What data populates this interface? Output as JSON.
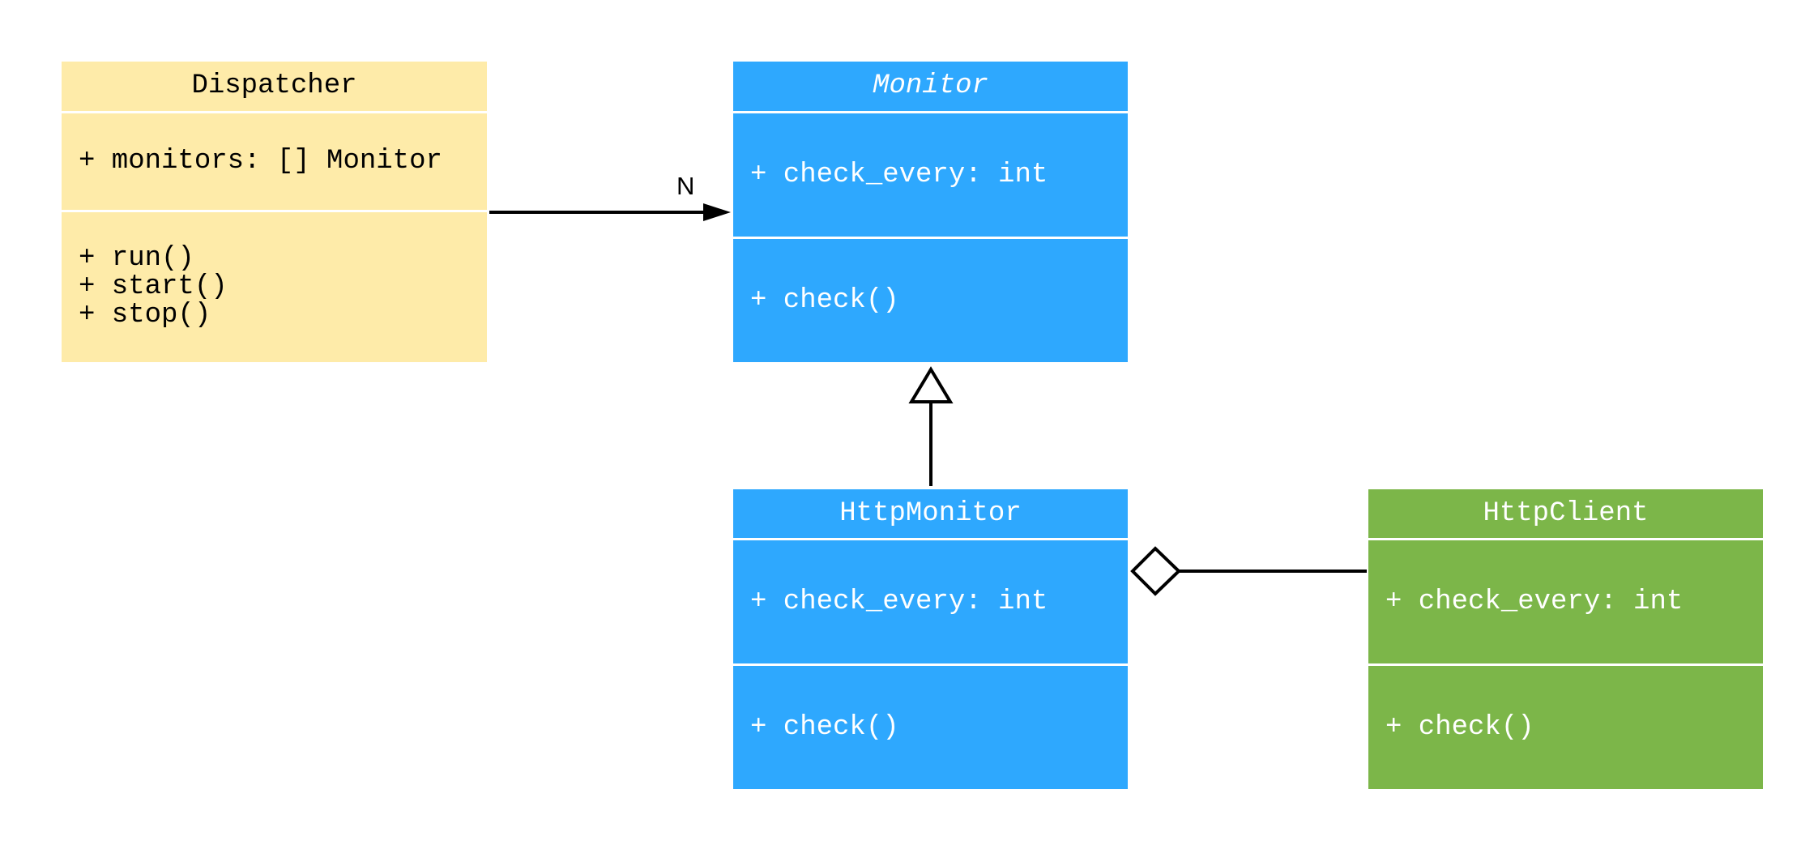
{
  "classes": {
    "dispatcher": {
      "name": "Dispatcher",
      "attributes": [
        "+ monitors: [] Monitor"
      ],
      "methods": [
        "+ run()",
        "+ start()",
        "+ stop()"
      ],
      "color": "#FEEBA9"
    },
    "monitor": {
      "name": "Monitor",
      "abstract": true,
      "attributes": [
        "+ check_every: int"
      ],
      "methods": [
        "+ check()"
      ],
      "color": "#2EA8FE"
    },
    "http_monitor": {
      "name": "HttpMonitor",
      "attributes": [
        "+ check_every: int"
      ],
      "methods": [
        "+ check()"
      ],
      "color": "#2EA8FE"
    },
    "http_client": {
      "name": "HttpClient",
      "attributes": [
        "+ check_every: int"
      ],
      "methods": [
        "+ check()"
      ],
      "color": "#7CB649"
    }
  },
  "relations": [
    {
      "type": "association",
      "from": "Dispatcher",
      "to": "Monitor",
      "multiplicity": "N"
    },
    {
      "type": "generalization",
      "from": "HttpMonitor",
      "to": "Monitor"
    },
    {
      "type": "aggregation",
      "from": "HttpClient",
      "to": "HttpMonitor"
    }
  ]
}
